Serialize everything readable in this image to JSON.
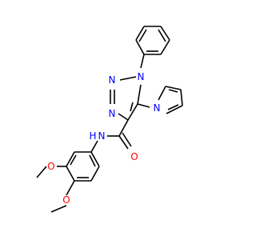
{
  "colors": {
    "bond": "#000000",
    "nitrogen": "#0000ff",
    "oxygen": "#ff0000",
    "background": "#ffffff"
  },
  "atoms": {
    "n1": "N",
    "n2": "N",
    "n3": "N",
    "n_pyrrole": "N",
    "n_amide": "N",
    "h_amide": "H",
    "o_carbonyl": "O",
    "o_methoxy_3": "O",
    "o_methoxy_4": "O"
  }
}
